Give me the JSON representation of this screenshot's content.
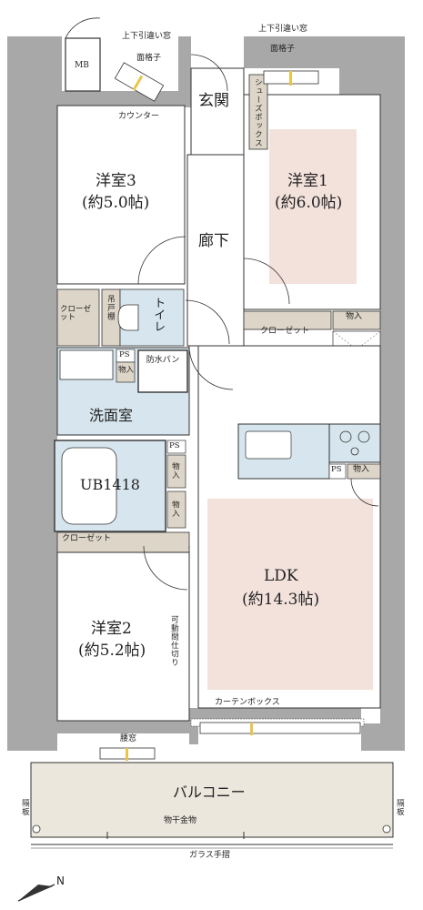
{
  "colors": {
    "wall": "#a8a8a8",
    "wall_dark": "#8c8c8c",
    "wet_area": "#d7e6ee",
    "bedroom_carpet": "#f3e2dc",
    "ldk_floor": "#f3e2dc",
    "storage": "#ddd5c8",
    "balcony": "#ebe7dc",
    "line": "#333333",
    "window": "#e8c64a"
  },
  "rooms": {
    "bedroom3": {
      "name": "洋室3",
      "size": "(約5.0帖)"
    },
    "bedroom1": {
      "name": "洋室1",
      "size": "(約6.0帖)"
    },
    "bedroom2": {
      "name": "洋室2",
      "size": "(約5.2帖)"
    },
    "ldk": {
      "name": "LDK",
      "size": "(約14.3帖)"
    },
    "entrance": "玄関",
    "hallway": "廊下",
    "toilet": "トイレ",
    "washroom": "洗面室",
    "bath": "UB1418",
    "balcony": "バルコニー"
  },
  "labels": {
    "mb": "MB",
    "sliding_window_left": "上下引違い窓",
    "sliding_window_right": "上下引違い窓",
    "grille_left": "面格子",
    "grille_right": "面格子",
    "counter": "カウンター",
    "shoe_box": "シューズボックス",
    "closet_bed3": "クローゼット",
    "hanging_shelf": "吊戸棚",
    "closet_bed1": "クローゼット",
    "storage_bed1": "物入",
    "ps_wash": "PS",
    "storage_wash": "物入",
    "waterproof_pan": "防水パン",
    "ps_bath": "PS",
    "storage_bath1": "物入",
    "storage_bath2": "物入",
    "ps_kitchen": "PS",
    "storage_kitchen": "物入",
    "closet_bed2": "クローゼット",
    "movable_partition": "可動間仕切り",
    "curtain_box": "カーテンボックス",
    "waist_window": "腰窓",
    "partition_left": "隔板",
    "partition_right": "隔板",
    "laundry_hanger": "物干金物",
    "glass_handrail": "ガラス手摺",
    "north": "N"
  }
}
